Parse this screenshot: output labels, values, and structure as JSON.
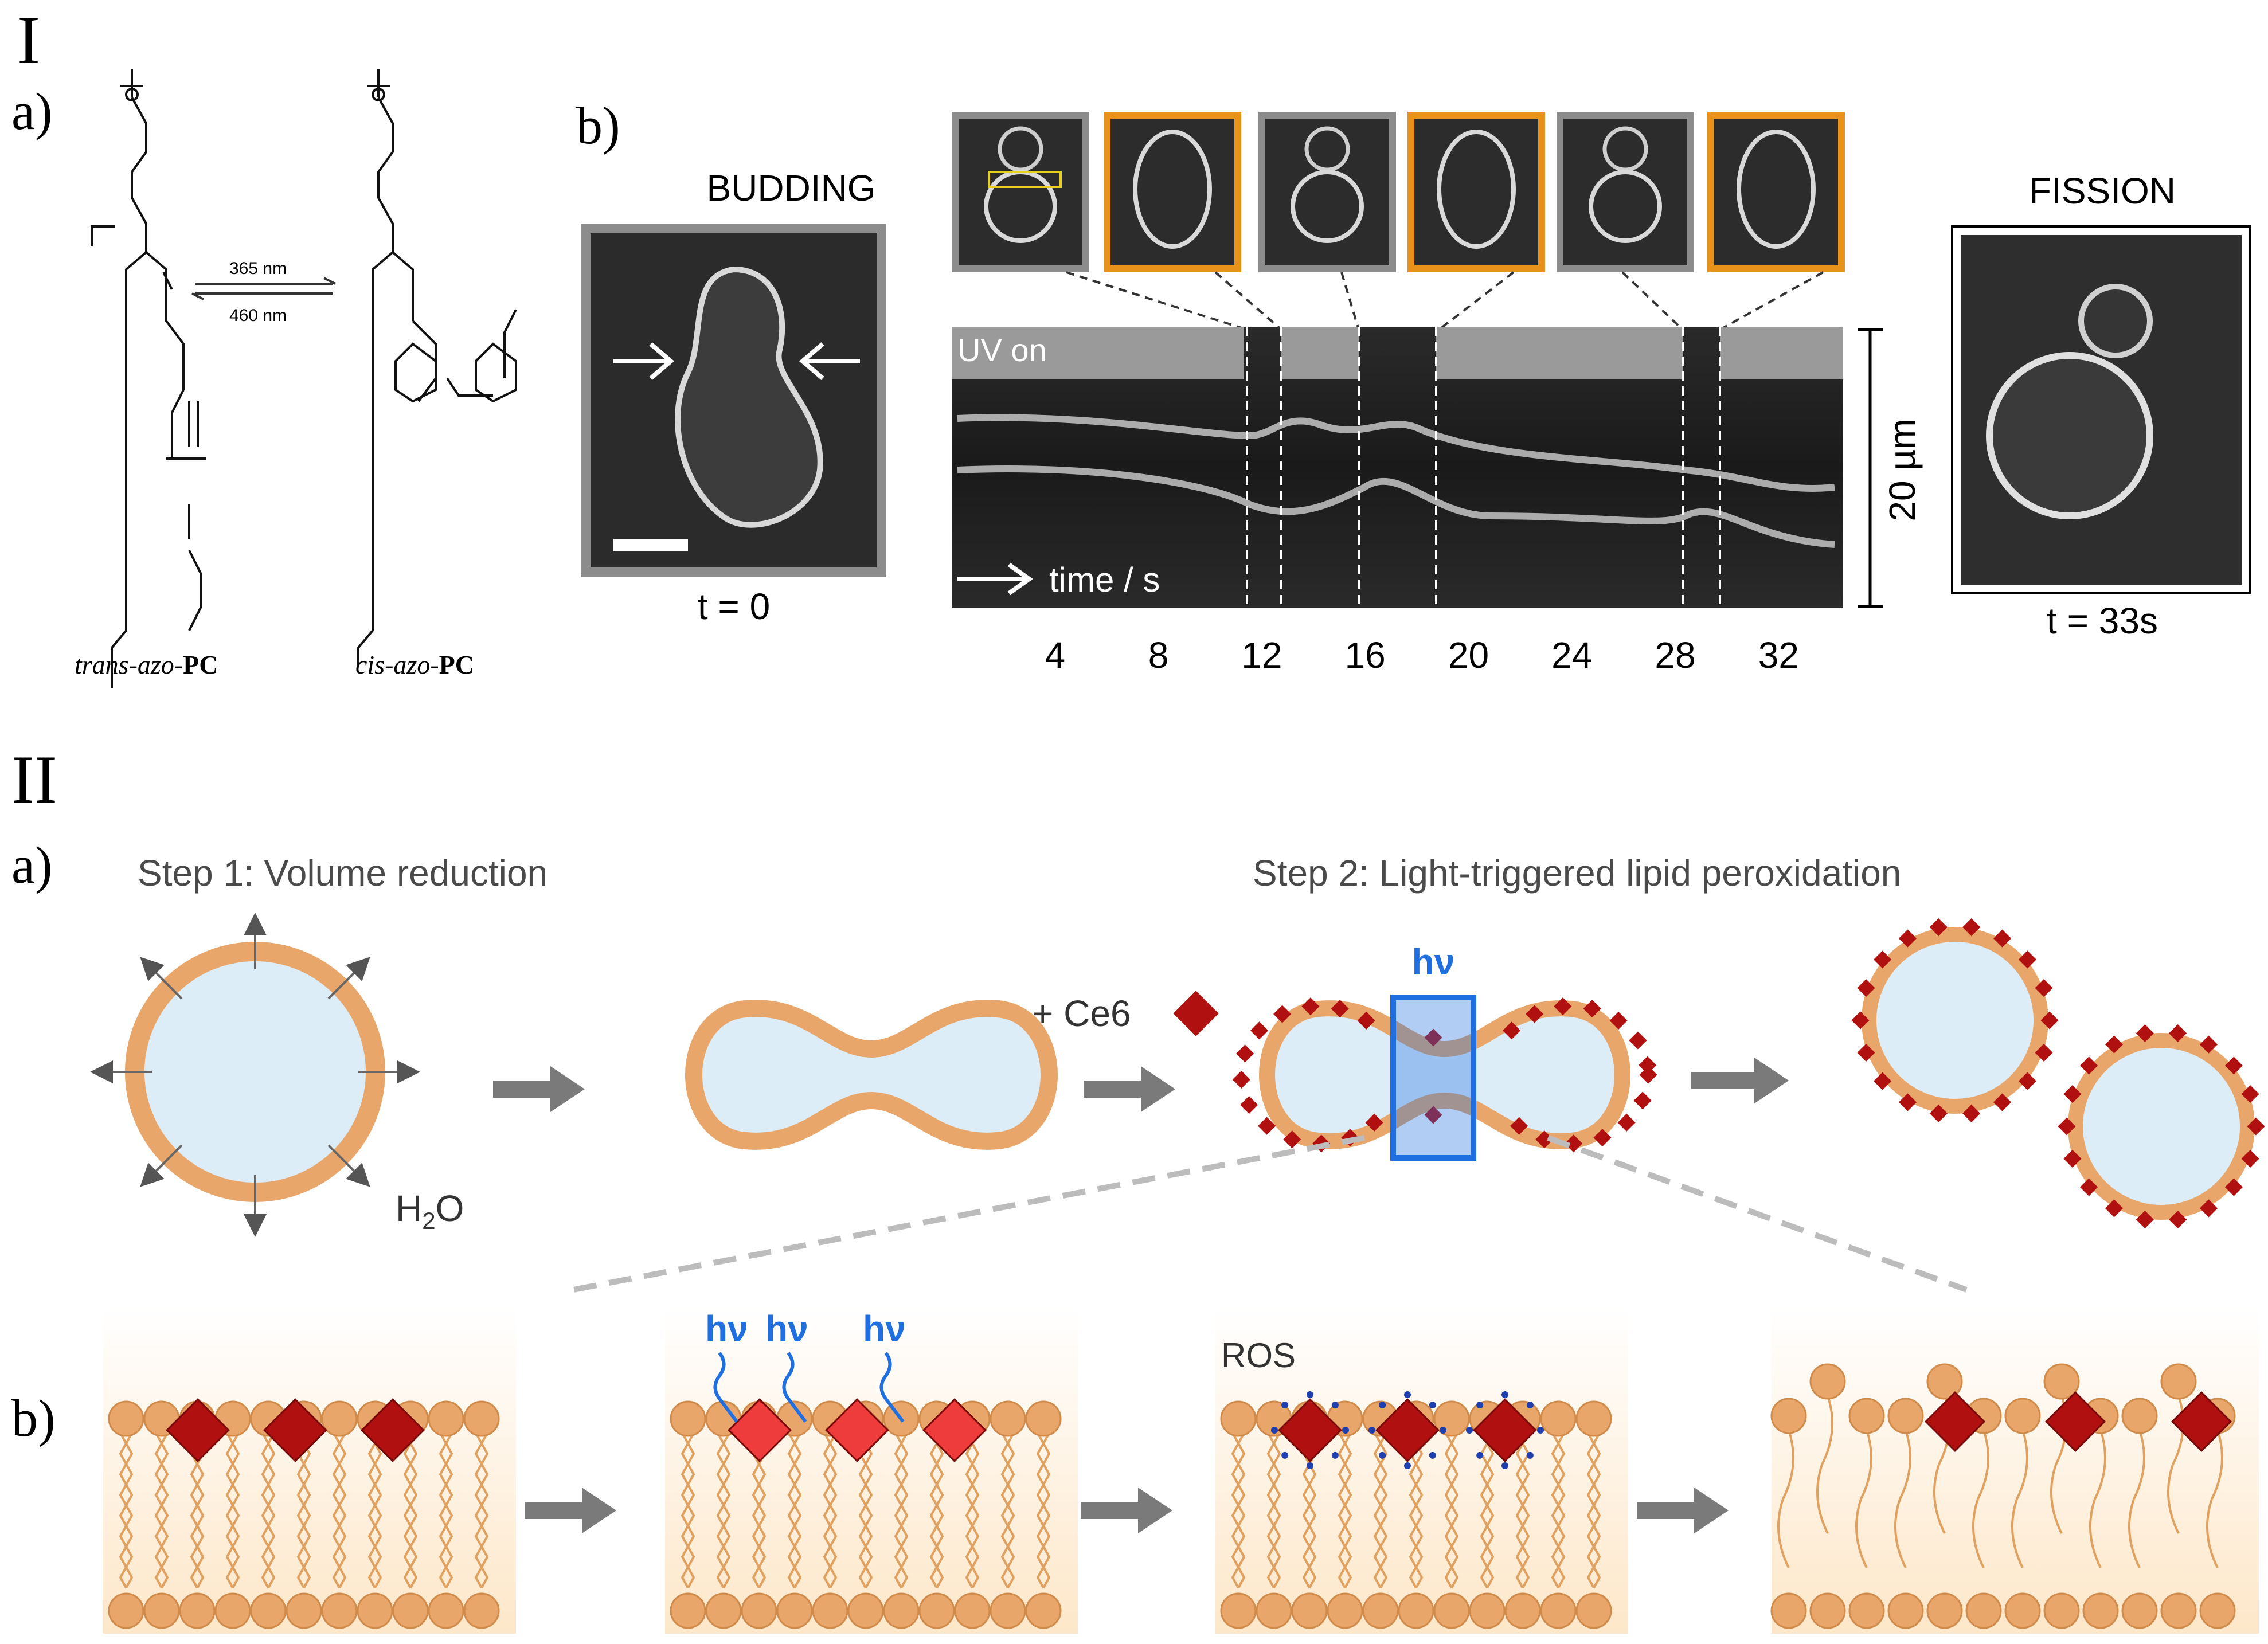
{
  "panel_I": {
    "roman": "I",
    "a": {
      "letter": "a)",
      "arrow_forward": "365 nm",
      "arrow_back": "460 nm",
      "left_prefix": "trans-azo-",
      "left_suffix": "PC",
      "right_prefix": "cis-azo-",
      "right_suffix": "PC"
    },
    "b": {
      "letter": "b)",
      "budding_title": "BUDDING",
      "budding_time": "t = 0",
      "fission_title": "FISSION",
      "fission_time": "t = 33s",
      "uv_label": "UV on",
      "time_label": "time / s",
      "scale_label": "20 µm",
      "x_ticks": [
        "4",
        "8",
        "12",
        "16",
        "20",
        "24",
        "28",
        "32"
      ],
      "frame_border_colors": [
        "#8c8c8c",
        "#e8921b",
        "#8c8c8c",
        "#e8921b",
        "#8c8c8c",
        "#e8921b"
      ]
    }
  },
  "panel_II": {
    "roman": "II",
    "a": {
      "letter": "a)",
      "step1": "Step 1: Volume reduction",
      "step2": "Step 2: Light-triggered lipid peroxidation",
      "reagent": "+ Ce6",
      "light": "hν",
      "water_main": "H",
      "water_sub": "2",
      "water_end": "O"
    },
    "b": {
      "letter": "b)",
      "light": "hν",
      "ros": "ROS"
    }
  },
  "colors": {
    "membrane": "#e8a66a",
    "lumen": "#dcedf7",
    "photosensitizer": "#b01010",
    "photosensitizer_excited": "#ee3b3b",
    "highlight_blue": "#1f6fe0",
    "arrow_grey": "#7a7a7a"
  }
}
